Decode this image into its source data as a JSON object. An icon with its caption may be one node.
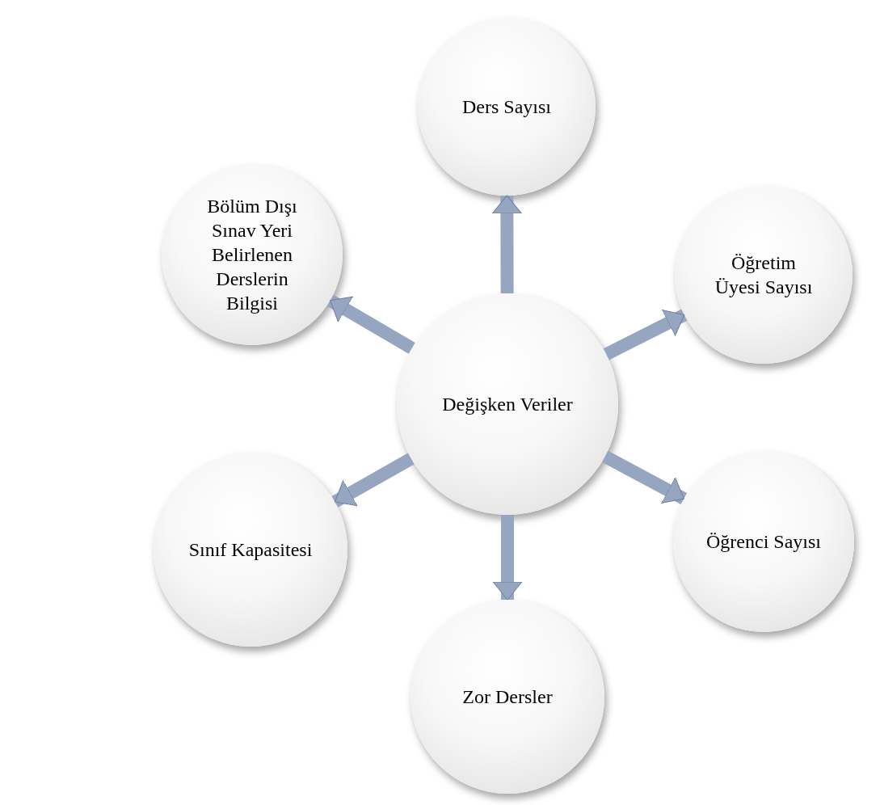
{
  "diagram": {
    "nodes": [
      {
        "text": [
          "Ders Sayısı"
        ]
      },
      {
        "text": [
          "Bölüm Dışı Sınav Yeri Belirlenen Derslerin Bilgisi"
        ]
      },
      {
        "text": [
          "Öğretim Üyesi Sayısı"
        ]
      },
      {
        "text": [
          "Değişken Veriler"
        ]
      },
      {
        "text": [
          "Sınıf Kapasitesi"
        ]
      },
      {
        "text": [
          "Öğrenci Sayısı"
        ]
      },
      {
        "text": [
          "Zor Dersler"
        ]
      }
    ],
    "edges": [
      {
        "from": 3,
        "to": 0,
        "arrow": "to"
      },
      {
        "from": 3,
        "to": 2,
        "arrow": "to"
      },
      {
        "from": 3,
        "to": 5,
        "arrow": "to"
      },
      {
        "from": 3,
        "to": 6,
        "arrow": "to"
      },
      {
        "from": 3,
        "to": 4,
        "arrow": "to"
      },
      {
        "from": 3,
        "to": 1,
        "arrow": "to"
      }
    ]
  }
}
